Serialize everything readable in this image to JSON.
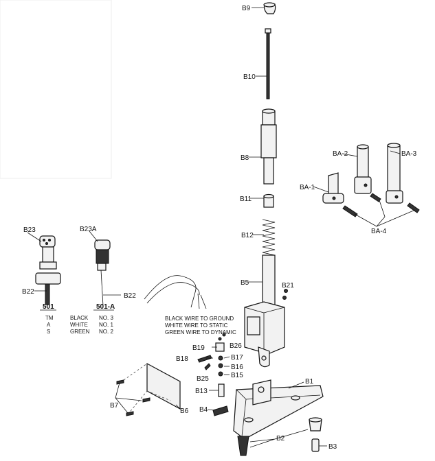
{
  "labels": {
    "b9": "B9",
    "b10": "B10",
    "b8": "B8",
    "b11": "B11",
    "b12": "B12",
    "b5": "B5",
    "b21": "B21",
    "ba1": "BA-1",
    "ba2": "BA-2",
    "ba3": "BA-3",
    "ba4": "BA-4",
    "b23": "B23",
    "b23a": "B23A",
    "b22_left": "B22",
    "b22_mid": "B22",
    "b19": "B19",
    "b26": "B26",
    "b18": "B18",
    "b17": "B17",
    "b16": "B16",
    "b15": "B15",
    "b25": "B25",
    "b13": "B13",
    "b4": "B4",
    "b7": "B7",
    "b6": "B6",
    "b1": "B1",
    "b2": "B2",
    "b3": "B3"
  },
  "models": {
    "m501": "501",
    "m501a": "501-A"
  },
  "wire_table": [
    {
      "code": "TM",
      "color": "BLACK",
      "no": "NO. 3"
    },
    {
      "code": "A",
      "color": "WHITE",
      "no": "NO. 1"
    },
    {
      "code": "S",
      "color": "GREEN",
      "no": "NO. 2"
    }
  ],
  "wire_notes": [
    "BLACK WIRE TO GROUND",
    "WHITE WIRE TO STATIC",
    "GREEN WIRE TO DYNAMIC"
  ]
}
